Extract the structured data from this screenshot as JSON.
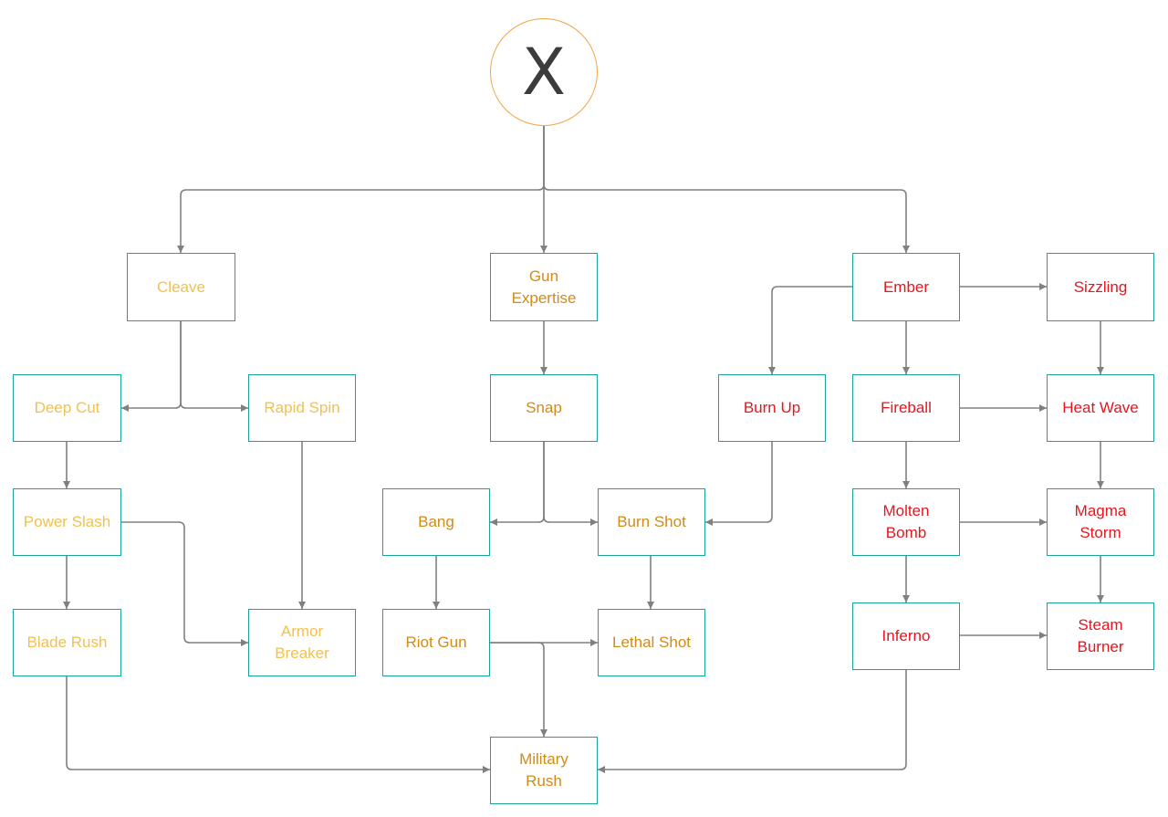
{
  "root": {
    "label": "X"
  },
  "colors": {
    "border": "#1aa39c",
    "edge": "#808080",
    "blade": "#f2c14e",
    "gun": "#d18b17",
    "fire": "#e8141e",
    "root_border": "#f0a648"
  },
  "nodes": {
    "cleave": "Cleave",
    "gun_expertise": "Gun\nExpertise",
    "ember": "Ember",
    "sizzling": "Sizzling",
    "deep_cut": "Deep Cut",
    "rapid_spin": "Rapid Spin",
    "snap": "Snap",
    "burn_up": "Burn Up",
    "fireball": "Fireball",
    "heat_wave": "Heat Wave",
    "power_slash": "Power Slash",
    "bang": "Bang",
    "burn_shot": "Burn Shot",
    "molten_bomb": "Molten\nBomb",
    "magma_storm": "Magma\nStorm",
    "blade_rush": "Blade Rush",
    "armor_breaker": "Armor\nBreaker",
    "riot_gun": "Riot Gun",
    "lethal_shot": "Lethal Shot",
    "inferno": "Inferno",
    "steam_burner": "Steam\nBurner",
    "military_rush": "Military\nRush"
  }
}
